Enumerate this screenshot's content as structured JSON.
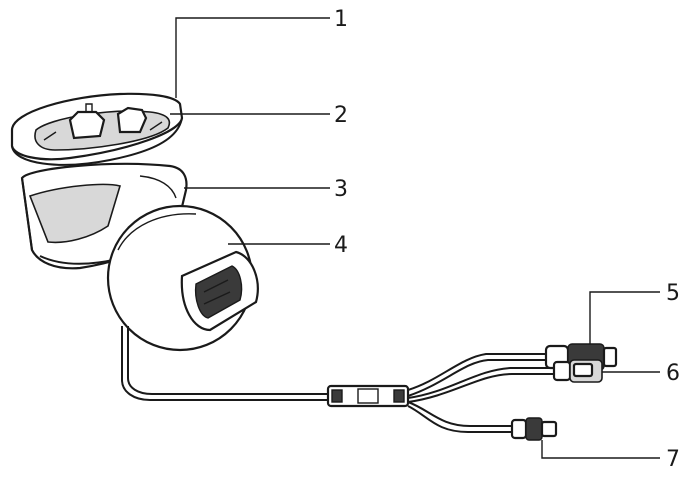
{
  "callouts": [
    {
      "id": "1",
      "label": "1"
    },
    {
      "id": "2",
      "label": "2"
    },
    {
      "id": "3",
      "label": "3"
    },
    {
      "id": "4",
      "label": "4"
    },
    {
      "id": "5",
      "label": "5"
    },
    {
      "id": "6",
      "label": "6"
    },
    {
      "id": "7",
      "label": "7"
    }
  ],
  "colors": {
    "stroke": "#1a1a1a",
    "fill_light": "#d8d8d8",
    "fill_dark": "#3a3a3a",
    "background": "#ffffff"
  }
}
